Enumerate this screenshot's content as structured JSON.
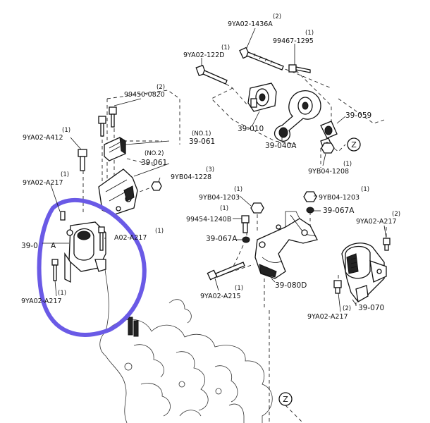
{
  "labels": {
    "qty_1436A": "(2)",
    "p_1436A": "9YA02-1436A",
    "qty_1295": "(1)",
    "p_1295": "99467-1295",
    "qty_122D": "(1)",
    "p_122D": "9YA02-122D",
    "qty_0820": "(2)",
    "p_0820": "99450-0820",
    "qty_a412": "(1)",
    "p_a412": "9YA02-A412",
    "no1": "(NO.1)",
    "p_061_no1": "39-061",
    "no2": "(NO.2)",
    "p_061_no2": "39-061",
    "qty_a217_tl": "(1)",
    "p_a217_tl": "9YA02-A217",
    "qty_1228": "(3)",
    "p_1228": "9YB04-1228",
    "p_010": "39-010",
    "p_040a": "39-040A",
    "p_059": "39-059",
    "z_top": "Z",
    "qty_1208": "(1)",
    "p_1208": "9YB04-1208",
    "qty_1203_l": "(1)",
    "p_1203_l": "9YB04-1203",
    "qty_1203_r": "(1)",
    "p_1203_r": "9YB04-1203",
    "qty_1240b": "(1)",
    "p_1240b": "99454-1240B",
    "p_067a_l": "39-067A",
    "p_067a_r": "39-067A",
    "qty_a217_r": "(2)",
    "p_a217_r": "9YA02-A217",
    "p_040_partial": "39-0",
    "p_040_partial_suffix": "A",
    "qty_a217_mid": "(1)",
    "p_a217_mid": "A02-A217",
    "p_080d": "39-080D",
    "qty_a215": "(1)",
    "p_a215": "9YA02-A215",
    "p_070": "39-070",
    "qty_a217_bl": "(1)",
    "p_a217_bl": "9YA02-A217",
    "qty_a217_br": "(2)",
    "p_a217_br": "9YA02-A217",
    "z_bottom": "Z"
  },
  "colors": {
    "highlight_circle": "#6a5ae6",
    "ink": "#111111"
  }
}
